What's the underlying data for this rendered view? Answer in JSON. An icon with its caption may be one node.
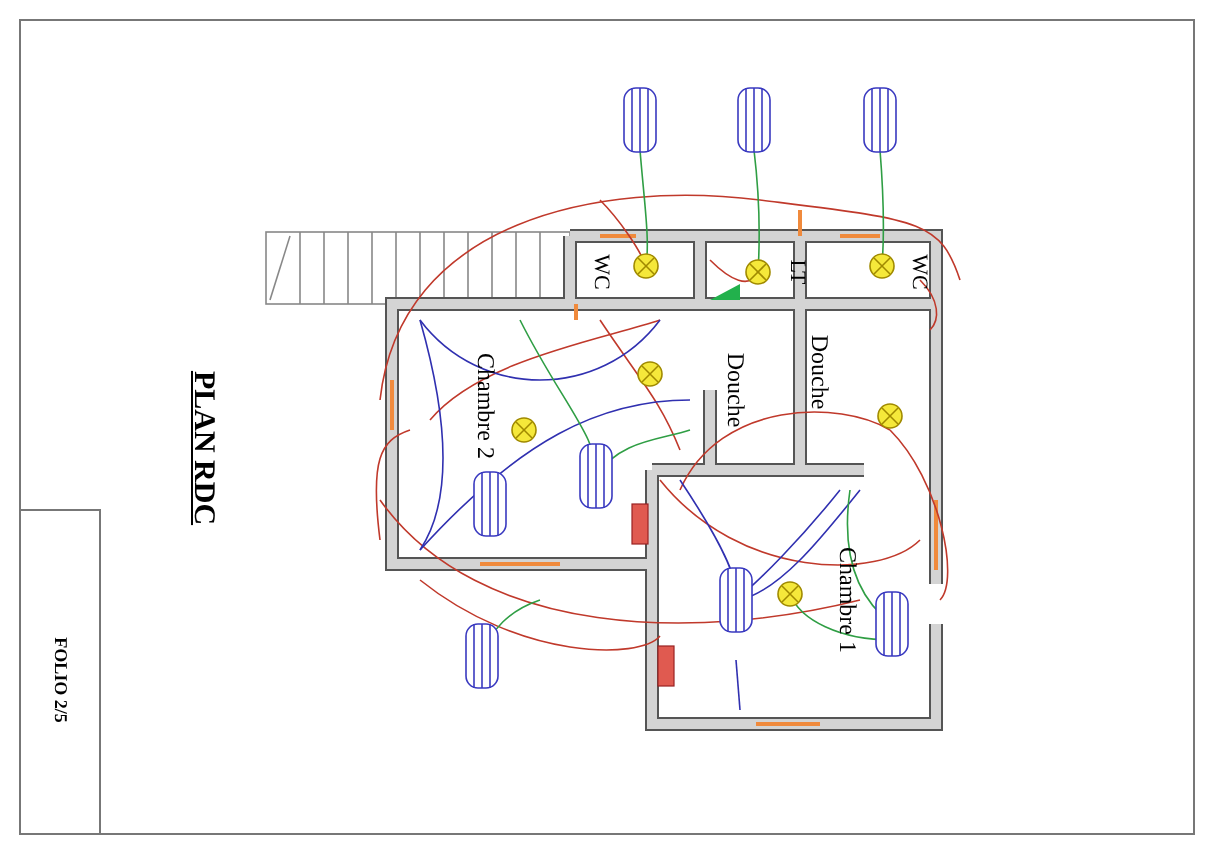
{
  "diagram": {
    "title": "PLAN RDC",
    "labels": [
      "FOLIO 2/5",
      "WC",
      "LT",
      "WC",
      "Douche",
      "Douche",
      "Chambre 2",
      "Chambre 1"
    ]
  }
}
